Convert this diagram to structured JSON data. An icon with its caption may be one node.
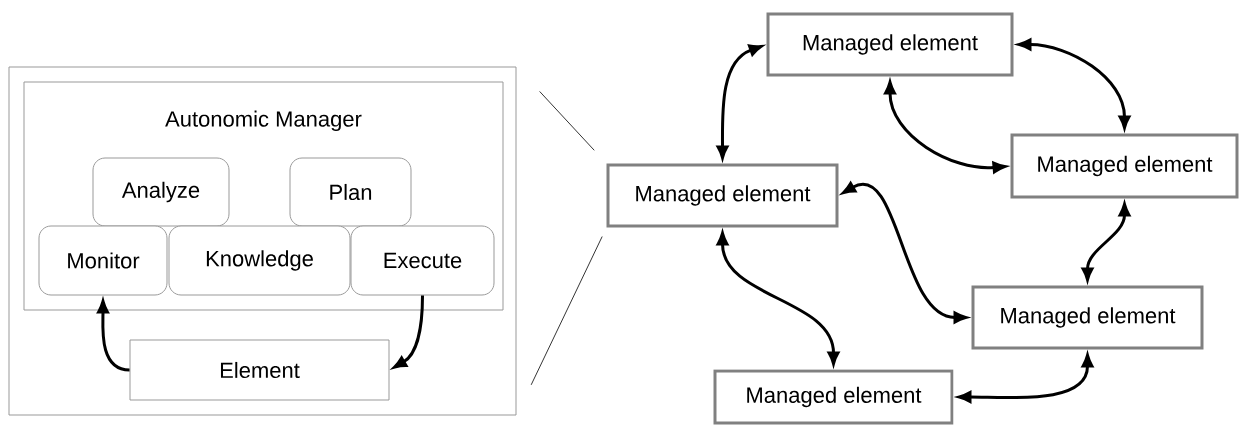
{
  "diagram": {
    "nodes": [
      {
        "text": [],
        "shape": "box"
      },
      {
        "text": [
          "Autonomic Manager"
        ],
        "in": 0
      },
      {
        "text": [
          "Analyze"
        ],
        "in": 1
      },
      {
        "text": [
          "Plan"
        ],
        "in": 1
      },
      {
        "text": [
          "Monitor"
        ],
        "in": 1
      },
      {
        "text": [
          "Knowledge"
        ],
        "in": 1
      },
      {
        "text": [
          "Execute"
        ],
        "in": 1
      },
      {
        "text": [
          "Element"
        ],
        "in": 0
      },
      {
        "text": [
          "Managed element"
        ]
      },
      {
        "text": [
          "Managed element"
        ]
      },
      {
        "text": [
          "Managed element"
        ]
      },
      {
        "text": [
          "Managed element"
        ]
      },
      {
        "text": [
          "Managed element"
        ]
      }
    ],
    "edges": [
      {
        "from": 7,
        "to": 4,
        "arrow": "to"
      },
      {
        "from": 6,
        "to": 7,
        "arrow": "to"
      },
      {
        "from": 8,
        "to": 9,
        "arrow": "both"
      },
      {
        "from": 9,
        "to": 10,
        "arrow": "both"
      },
      {
        "from": 9,
        "to": 10,
        "arrow": "both"
      },
      {
        "from": 8,
        "to": 11,
        "arrow": "both"
      },
      {
        "from": 10,
        "to": 11,
        "arrow": "both"
      },
      {
        "from": 8,
        "to": 12,
        "arrow": "both"
      },
      {
        "from": 11,
        "to": 12,
        "arrow": "both"
      },
      {
        "from": 0,
        "to": 8,
        "arrow": "none"
      },
      {
        "from": 0,
        "to": 8,
        "arrow": "none"
      }
    ]
  }
}
